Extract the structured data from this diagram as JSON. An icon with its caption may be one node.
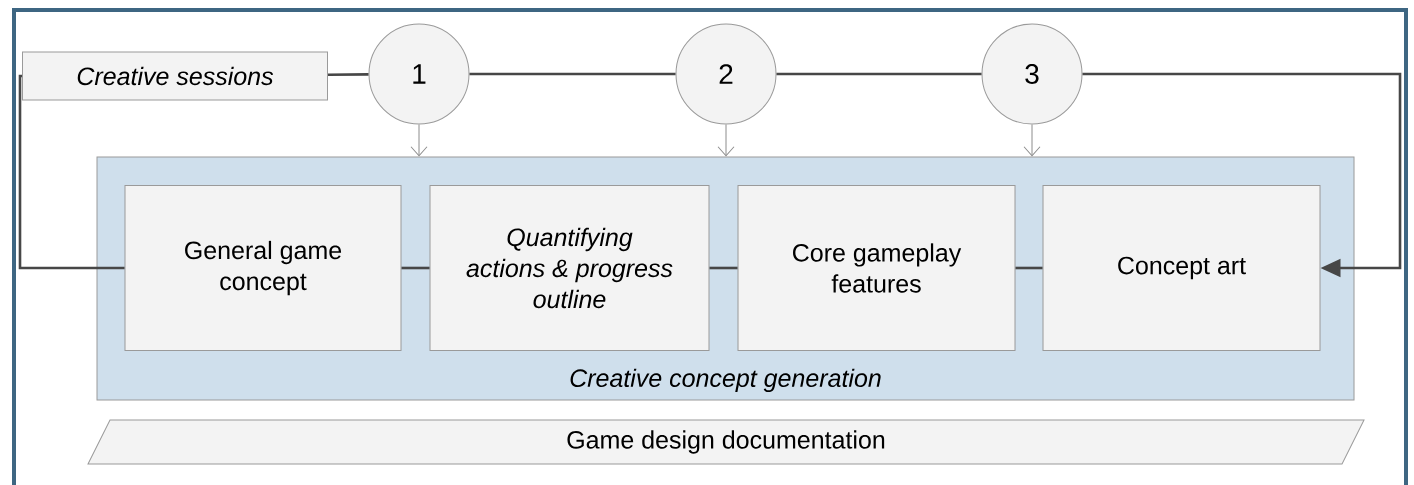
{
  "diagram": {
    "nodes": [
      {
        "text": [
          "Creative sessions"
        ]
      },
      {
        "text": [
          "1"
        ]
      },
      {
        "text": [
          "2"
        ]
      },
      {
        "text": [
          "3"
        ]
      },
      {
        "text": [
          "Creative concept generation"
        ]
      },
      {
        "text": [
          "General game concept"
        ],
        "in": 4
      },
      {
        "text": [
          "Quantifying actions & progress outline"
        ],
        "in": 4
      },
      {
        "text": [
          "Core gameplay features"
        ],
        "in": 4
      },
      {
        "text": [
          "Concept art"
        ],
        "in": 4
      },
      {
        "text": [
          "Game design documentation"
        ]
      }
    ],
    "edges": [
      {
        "from": 0,
        "to": 1,
        "arrow": "none"
      },
      {
        "from": 1,
        "to": 2,
        "arrow": "none"
      },
      {
        "from": 2,
        "to": 3,
        "arrow": "none"
      },
      {
        "from": 3,
        "to": 8,
        "arrow": "to"
      },
      {
        "from": 0,
        "to": 5,
        "arrow": "none"
      },
      {
        "from": 5,
        "to": 6,
        "arrow": "none"
      },
      {
        "from": 6,
        "to": 7,
        "arrow": "none"
      },
      {
        "from": 7,
        "to": 8,
        "arrow": "none"
      },
      {
        "from": 1,
        "to": 4,
        "arrow": "to",
        "color": "#8c8c8c"
      },
      {
        "from": 2,
        "to": 4,
        "arrow": "to",
        "color": "#8c8c8c"
      },
      {
        "from": 3,
        "to": 4,
        "arrow": "to",
        "color": "#8c8c8c"
      }
    ]
  }
}
